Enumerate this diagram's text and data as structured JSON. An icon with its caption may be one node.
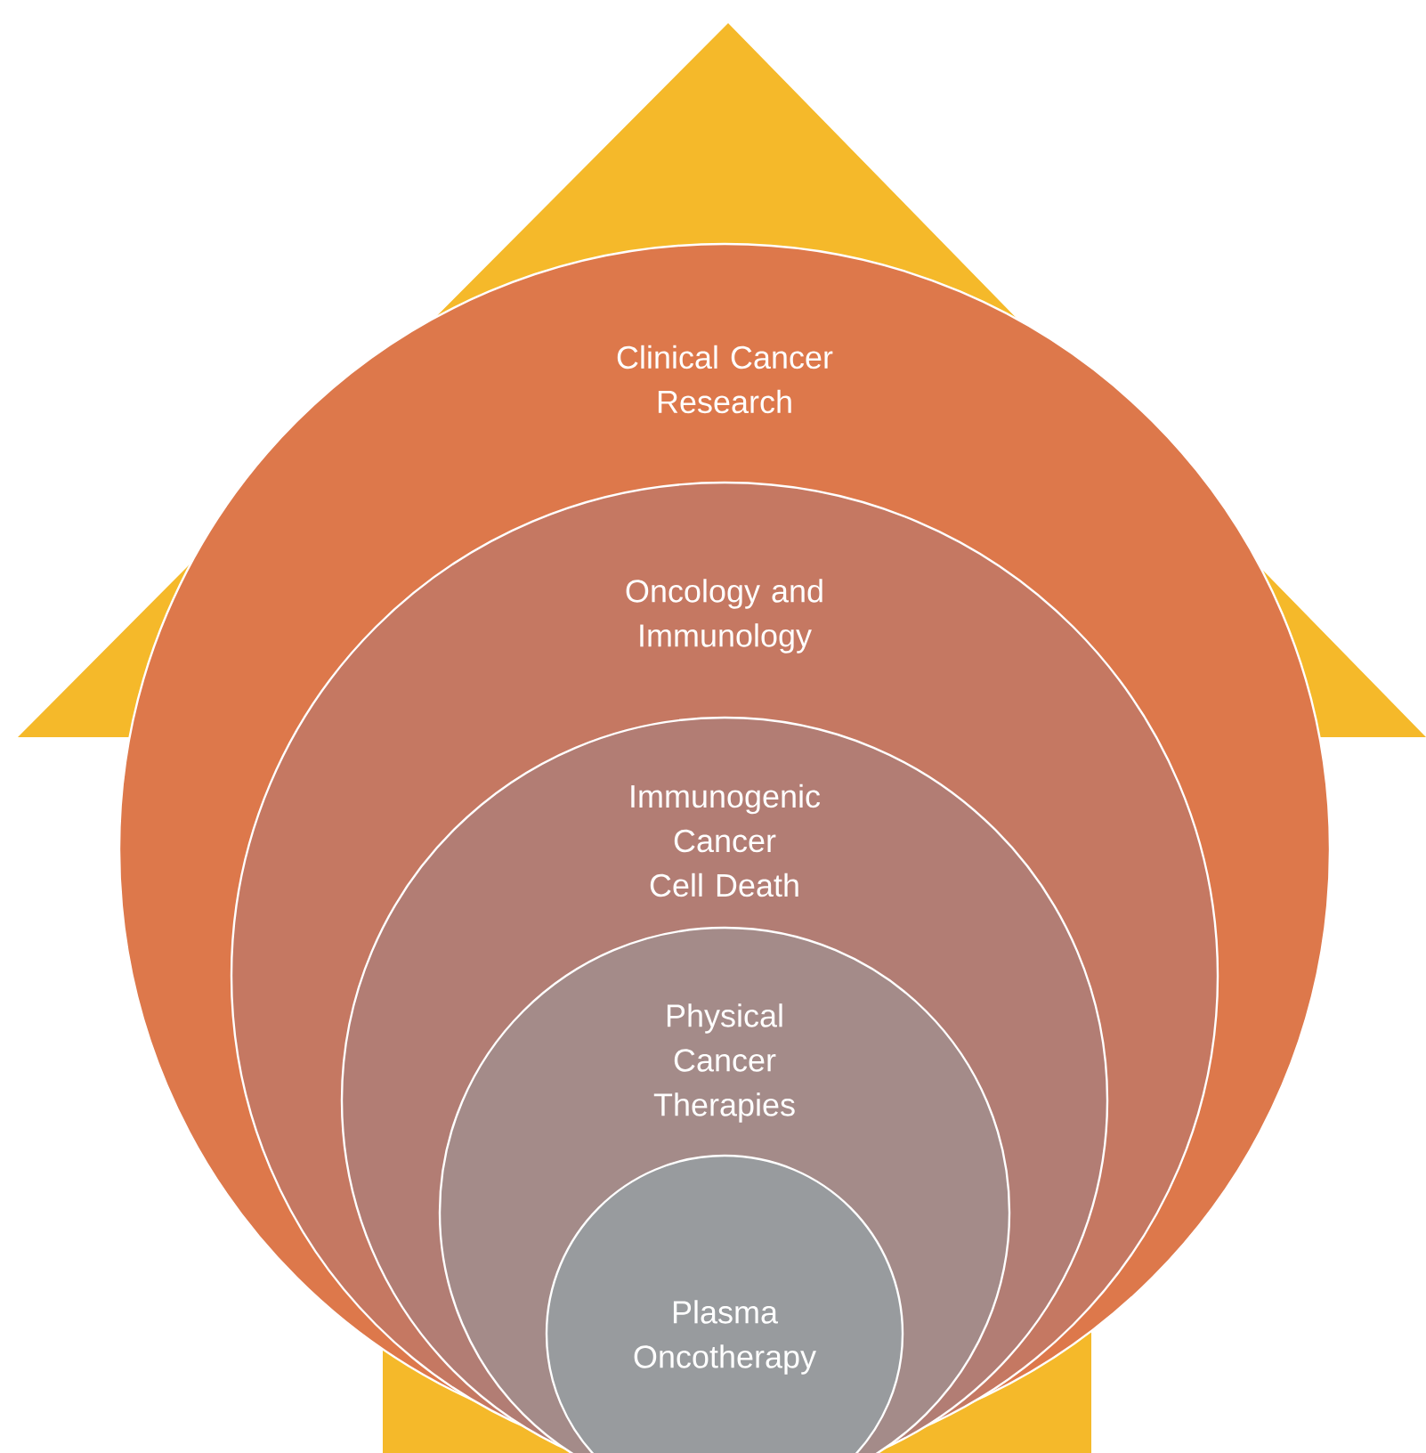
{
  "diagram": {
    "nodes": [
      {
        "text": [
          "Clinical Cancer Research"
        ]
      },
      {
        "text": [
          "Oncology and Immunology"
        ],
        "in": 0
      },
      {
        "text": [
          "Immunogenic Cancer Cell Death"
        ],
        "in": 1
      },
      {
        "text": [
          "Physical Cancer Therapies"
        ],
        "in": 2
      },
      {
        "text": [
          "Plasma Oncotherapy"
        ],
        "in": 3
      }
    ]
  }
}
